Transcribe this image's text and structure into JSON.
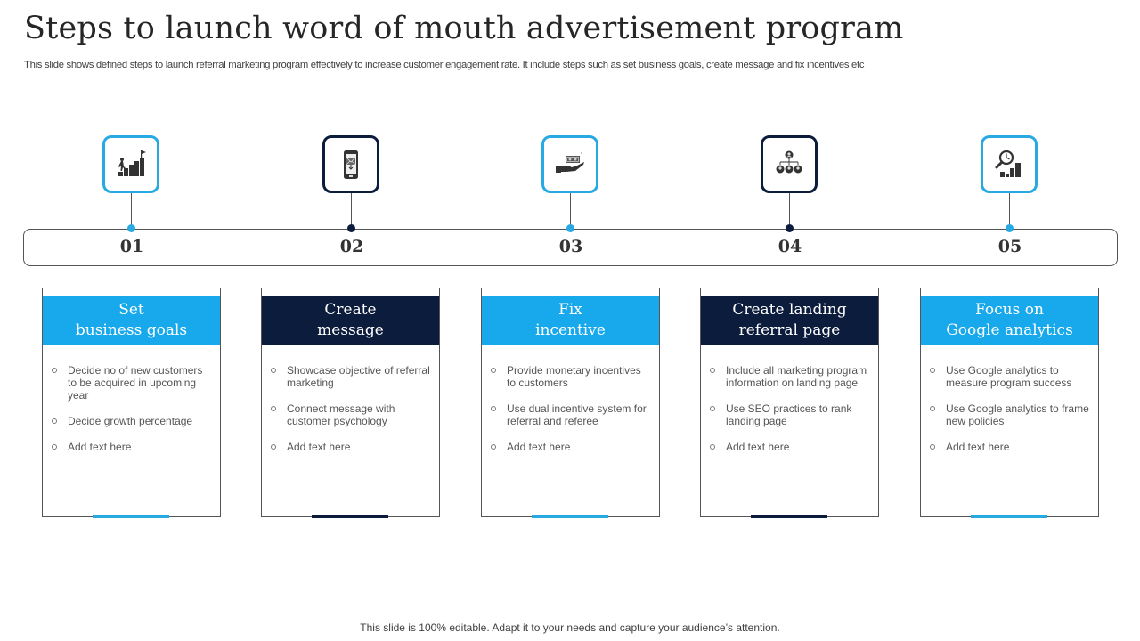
{
  "title": "Steps to launch word of mouth advertisement program",
  "subtitle": "This slide shows defined steps to launch referral marketing program effectively to increase customer engagement rate. It include steps such as set business goals, create message and fix incentives etc",
  "colors": {
    "light_blue": "#17a9ec",
    "dark_navy": "#0c1c3c",
    "border": "#555555"
  },
  "steps": [
    {
      "number": "01",
      "icon": "stairs-flag-icon",
      "theme": "light",
      "heading_line1": "Set",
      "heading_line2": "business goals",
      "bullets": [
        "Decide no of new customers to be acquired in upcoming year",
        "Decide growth percentage",
        "Add text here"
      ]
    },
    {
      "number": "02",
      "icon": "mobile-message-icon",
      "theme": "dark",
      "heading_line1": "Create",
      "heading_line2": "message",
      "bullets": [
        "Showcase objective of referral marketing",
        "Connect message with customer psychology",
        "Add text here"
      ]
    },
    {
      "number": "03",
      "icon": "hand-money-icon",
      "theme": "light",
      "heading_line1": "Fix",
      "heading_line2": "incentive",
      "bullets": [
        "Provide monetary incentives to customers",
        "Use dual incentive system for referral and referee",
        "Add text here"
      ]
    },
    {
      "number": "04",
      "icon": "org-chart-icon",
      "theme": "dark",
      "heading_line1": "Create landing",
      "heading_line2": "referral page",
      "bullets": [
        "Include all marketing program information on landing page",
        "Use SEO practices to rank landing page",
        "Add text here"
      ]
    },
    {
      "number": "05",
      "icon": "analytics-search-icon",
      "theme": "light",
      "heading_line1": "Focus on",
      "heading_line2": "Google analytics",
      "bullets": [
        "Use Google analytics to measure program success",
        "Use Google analytics to frame new policies",
        "Add text here"
      ]
    }
  ],
  "footer": "This slide is 100% editable. Adapt it to your needs and capture your audience’s attention."
}
